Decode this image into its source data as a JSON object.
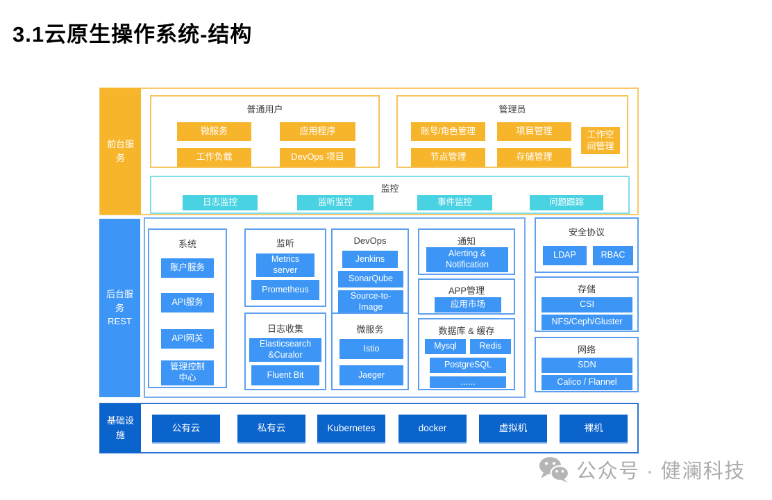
{
  "title": "3.1云原生操作系统-结构",
  "frontend": {
    "label": "前台服务",
    "normal_user": {
      "title": "普通用户",
      "buttons": [
        "微服务",
        "应用程序",
        "工作负载",
        "DevOps 项目"
      ]
    },
    "admin": {
      "title": "管理员",
      "buttons": [
        "账号/角色管理",
        "项目管理",
        "节点管理",
        "存储管理"
      ],
      "side_button": "工作空间管理"
    },
    "monitor": {
      "title": "监控",
      "buttons": [
        "日志监控",
        "监听监控",
        "事件监控",
        "问题跟踪"
      ]
    }
  },
  "backend": {
    "label_cn": "后台服务",
    "label_en": "REST",
    "system": {
      "title": "系统",
      "buttons": [
        "账户服务",
        "API服务",
        "API网关",
        "管理控制中心"
      ]
    },
    "listen": {
      "title": "监听",
      "buttons": [
        "Metrics server",
        "Prometheus"
      ]
    },
    "log_collect": {
      "title": "日志收集",
      "buttons": [
        "Elasticsearch &Curalor",
        "Fluent Bit"
      ]
    },
    "devops": {
      "title": "DevOps",
      "buttons": [
        "Jenkins",
        "SonarQube",
        "Source-to-Image"
      ]
    },
    "microservice": {
      "title": "微服务",
      "buttons": [
        "Istio",
        "Jaeger"
      ]
    },
    "notify": {
      "title": "通知",
      "buttons": [
        "Alerting & Notification"
      ]
    },
    "app_mgmt": {
      "title": "APP管理",
      "buttons": [
        "应用市场"
      ]
    },
    "database": {
      "title": "数据库 & 缓存",
      "buttons": [
        "Mysql",
        "Redis",
        "PostgreSQL",
        "......"
      ]
    },
    "security": {
      "title": "安全协议",
      "buttons": [
        "LDAP",
        "RBAC"
      ]
    },
    "storage": {
      "title": "存储",
      "buttons": [
        "CSI",
        "NFS/Ceph/Gluster"
      ]
    },
    "network": {
      "title": "网络",
      "buttons": [
        "SDN",
        "Calico / Flannel"
      ]
    }
  },
  "infrastructure": {
    "label": "基础设施",
    "buttons": [
      "公有云",
      "私有云",
      "Kubernetes",
      "docker",
      "虚拟机",
      "裸机"
    ]
  },
  "watermark": {
    "icon": "wechat-icon",
    "text": "公众号 · 健澜科技"
  },
  "colors": {
    "yellow": "#F7B52C",
    "yellow_border": "#F7C35B",
    "cyan": "#49D2E2",
    "cyan_border": "#7FDEE9",
    "blue": "#3D96F5",
    "blue_border": "#5C9FF0",
    "dark_blue": "#0B63CC",
    "watermark_gray": "#ACACAC"
  }
}
